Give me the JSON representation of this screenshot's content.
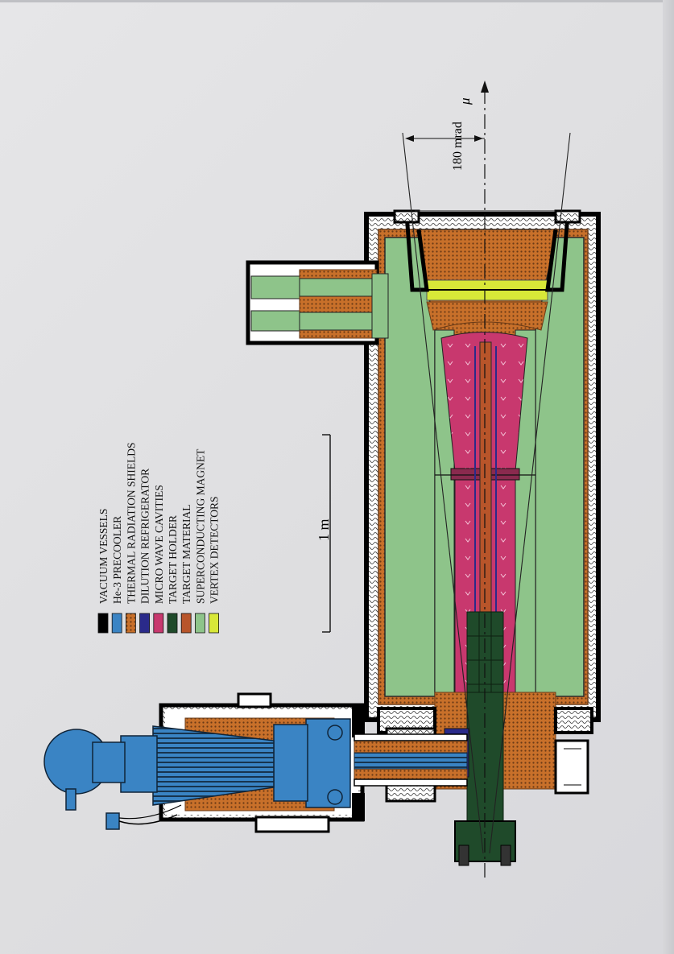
{
  "legend": {
    "items": [
      {
        "label": "VACUUM VESSELS",
        "color": "#000000"
      },
      {
        "label": "He-3  PRECOOLER",
        "color": "#3a84c4"
      },
      {
        "label": "THERMAL RADIATION SHIELDS",
        "color": "#c8702a",
        "pattern": "hatched"
      },
      {
        "label": "DILUTION REFRIGERATOR",
        "color": "#2a2a8a"
      },
      {
        "label": "MICRO WAVE CAVITIES",
        "color": "#c8386e"
      },
      {
        "label": "TARGET HOLDER",
        "color": "#1f4a2a"
      },
      {
        "label": "TARGET MATERIAL",
        "color": "#b8552a"
      },
      {
        "label": "SUPERCONDUCTING MAGNET",
        "color": "#8ec48a"
      },
      {
        "label": "VERTEX DETECTORS",
        "color": "#d8e838"
      }
    ]
  },
  "scale_bar": {
    "label": "1 m"
  },
  "angle_label": "180 mrad",
  "beam_label": "μ"
}
